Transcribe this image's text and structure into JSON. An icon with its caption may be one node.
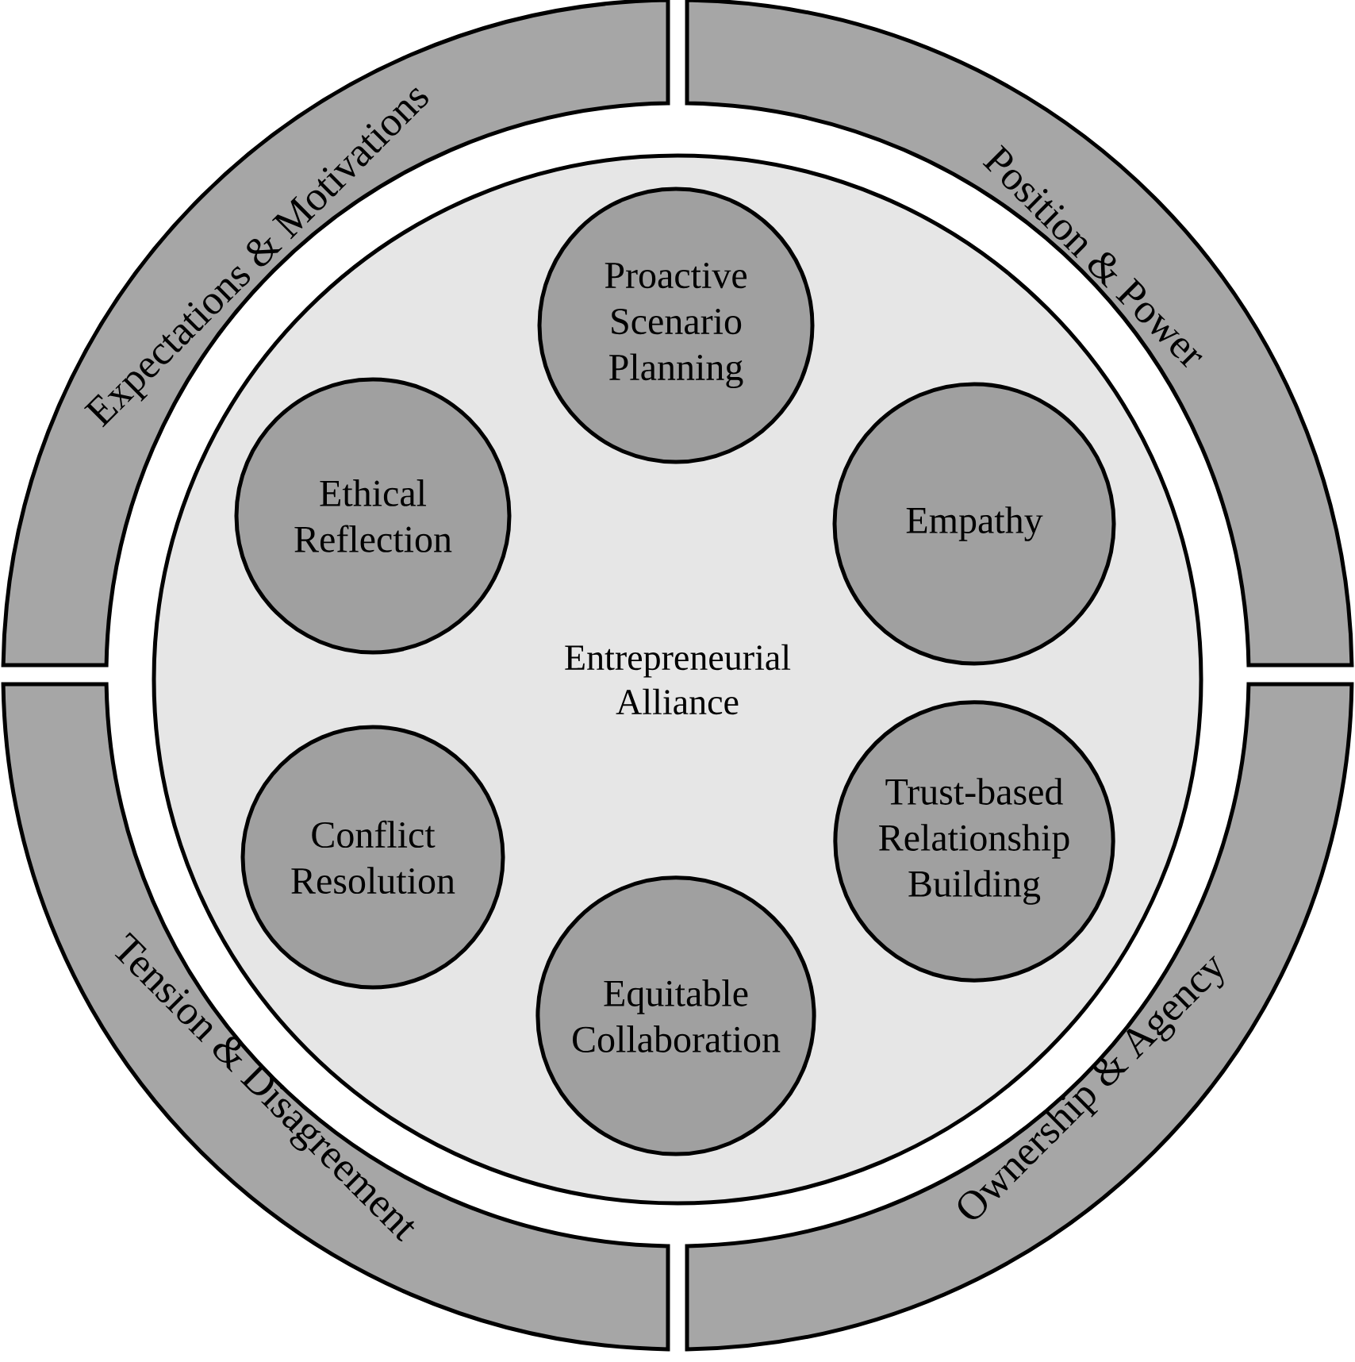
{
  "diagram": {
    "nodes": [
      {
        "text": [
          "Expectations & Motivations"
        ]
      },
      {
        "text": [
          "Position & Power"
        ]
      },
      {
        "text": [
          "Tension & Disagreement"
        ]
      },
      {
        "text": [
          "Ownership & Agency"
        ]
      },
      {
        "text": [
          "Entrepreneurial Alliance"
        ]
      },
      {
        "text": [
          "Proactive Scenario Planning"
        ],
        "in": 4
      },
      {
        "text": [
          "Ethical Reflection"
        ],
        "in": 4
      },
      {
        "text": [
          "Empathy"
        ],
        "in": 4
      },
      {
        "text": [
          "Conflict Resolution"
        ],
        "in": 4
      },
      {
        "text": [
          "Trust-based Relationship Building"
        ],
        "in": 4
      },
      {
        "text": [
          "Equitable Collaboration"
        ],
        "in": 4
      }
    ]
  }
}
